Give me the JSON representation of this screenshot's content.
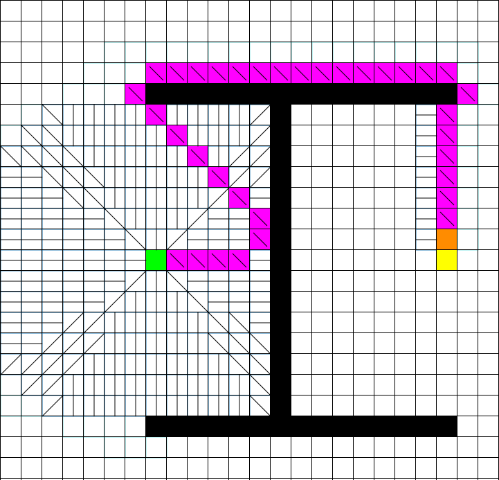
{
  "grid": {
    "cols": 24,
    "rows": 23
  },
  "colors": {
    "background": "#ffffff",
    "grid_line": "#000000",
    "wall": "#000000",
    "path": "#ff00ff",
    "start": "#00ff00",
    "goal": "#ffff00",
    "current": "#ff8c00",
    "closed_cell": "#ffffff",
    "closed_border": "#1f78b4",
    "open_cell": "#ffffff",
    "open_border": "#7fe5e5",
    "arrow": "#000000"
  },
  "start": [
    7,
    12
  ],
  "goal": [
    21,
    12
  ],
  "current": [
    21,
    11
  ],
  "walls": {
    "top_bar": {
      "row": 4,
      "col_from": 7,
      "col_to": 21
    },
    "bottom_bar": {
      "row": 20,
      "col_from": 7,
      "col_to": 21
    },
    "stem": {
      "col": 13,
      "row_from": 4,
      "row_to": 20
    }
  },
  "path": [
    [
      7,
      12
    ],
    [
      8,
      12
    ],
    [
      9,
      12
    ],
    [
      10,
      12
    ],
    [
      11,
      12
    ],
    [
      12,
      11
    ],
    [
      12,
      10
    ],
    [
      11,
      9
    ],
    [
      10,
      8
    ],
    [
      9,
      7
    ],
    [
      8,
      6
    ],
    [
      7,
      5
    ],
    [
      6,
      4
    ],
    [
      7,
      3
    ],
    [
      8,
      3
    ],
    [
      9,
      3
    ],
    [
      10,
      3
    ],
    [
      11,
      3
    ],
    [
      12,
      3
    ],
    [
      13,
      3
    ],
    [
      14,
      3
    ],
    [
      15,
      3
    ],
    [
      16,
      3
    ],
    [
      17,
      3
    ],
    [
      18,
      3
    ],
    [
      19,
      3
    ],
    [
      20,
      3
    ],
    [
      21,
      3
    ],
    [
      22,
      4
    ],
    [
      21,
      5
    ],
    [
      21,
      6
    ],
    [
      21,
      7
    ],
    [
      21,
      8
    ],
    [
      21,
      9
    ],
    [
      21,
      10
    ]
  ],
  "explored_region": {
    "closed_col_max": 12,
    "closed_rows": [
      5,
      19
    ],
    "open_top_row": 2,
    "open_bottom_row": 21
  }
}
